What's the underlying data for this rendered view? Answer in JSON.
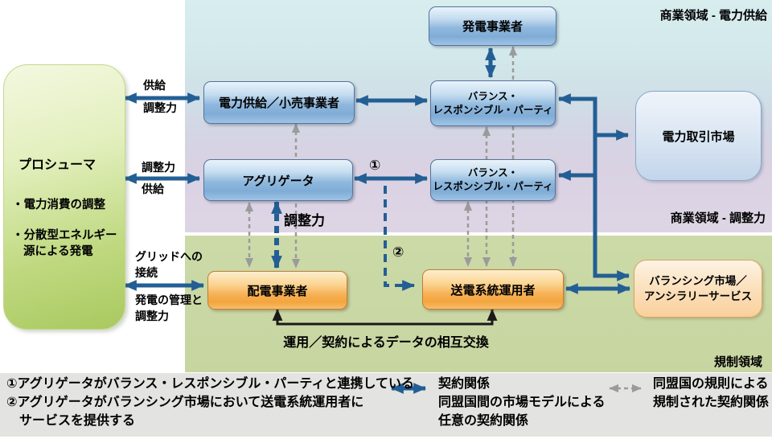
{
  "regions": {
    "supply_label": "商業領域 - 電力供給",
    "balancing_label": "商業領域 - 調整力",
    "regulated_label": "規制領域"
  },
  "nodes": {
    "generator": "発電事業者",
    "retailer": "電力供給／小売事業者",
    "brp1_line1": "バランス・",
    "brp1_line2": "レスポンシブル・パーティ",
    "aggregator": "アグリゲータ",
    "brp2_line1": "バランス・",
    "brp2_line2": "レスポンシブル・パーティ",
    "market": "電力取引市場",
    "dso": "配電事業者",
    "tso": "送電系統運用者",
    "balancing_line1": "バランシング市場／",
    "balancing_line2": "アンシラリーサービス",
    "prosumer_title": "プロシューマ",
    "prosumer_bullet1": "・電力消費の調整",
    "prosumer_bullet2a": "・分散型エネルギー",
    "prosumer_bullet2b": "源による発電"
  },
  "edge_labels": {
    "retail_top": "供給",
    "retail_bottom": "調整力",
    "agg_top": "調整力",
    "agg_bottom": "供給",
    "grid_a": "グリッドへの",
    "grid_b": "接続",
    "gen_mgmt_a": "発電の管理と",
    "gen_mgmt_b": "調整力",
    "adjustment": "調整力",
    "data_exchange": "運用／契約によるデータの相互交換",
    "note1_marker": "①",
    "note2_marker": "②"
  },
  "legend": {
    "note1": "①アグリゲータがバランス・レスポンシブル・パーティと連携している",
    "note2": "②アグリゲータがバランシング市場において送電系統運用者に",
    "note3": "サービスを提供する",
    "contract1": "契約関係",
    "contract2": "同盟国間の市場モデルによる",
    "contract3": "任意の契約関係",
    "regulated1": "同盟国の規則による",
    "regulated2": "規制された契約関係"
  },
  "colors": {
    "arrow_blue": "#235f94",
    "arrow_gray": "#9b9b9b",
    "arrow_black": "#1a1a1a",
    "node_blue": "#8fb8dd",
    "node_orange": "#f6b054",
    "region_teal": "#d7edee",
    "region_purple": "#ded5e4",
    "region_green": "#c9d8a4",
    "legend_band": "#e3e3e1",
    "prosumer_green": "#b9d475"
  }
}
